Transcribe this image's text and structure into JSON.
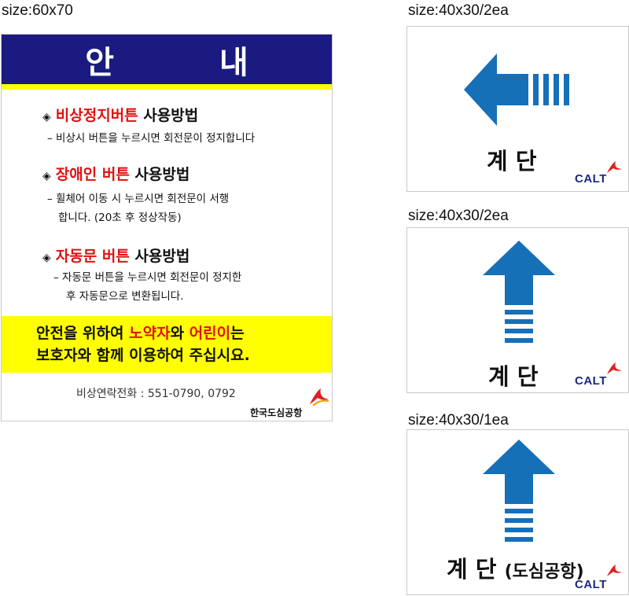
{
  "labels": {
    "main_size": "size:60x70",
    "sign1_size": "size:40x30/2ea",
    "sign2_size": "size:40x30/2ea",
    "sign3_size": "size:40x30/1ea"
  },
  "notice": {
    "title": "안  내",
    "sections": [
      {
        "marker": "◈",
        "title_red": "비상정지버튼",
        "title_rest": " 사용방법",
        "lines": [
          "– 비상시 버튼을 누르시면 회전문이 정지합니다"
        ]
      },
      {
        "marker": "◈",
        "title_red": "장애인 버튼",
        "title_rest": " 사용방법",
        "lines": [
          "– 휠체어 이동 시 누르시면 회전문이 서행",
          "합니다. (20초 후 정상작동)"
        ]
      },
      {
        "marker": "◈",
        "title_red": "자동문 버튼",
        "title_rest": " 사용방법",
        "lines": [
          "– 자동문 버튼을 누르시면 회전문이 정지한",
          "후 자동문으로 변환됩니다."
        ]
      }
    ],
    "warning": {
      "line1_a": "안전을 위하여 ",
      "line1_red1": "노약자",
      "line1_b": "와 ",
      "line1_red2": "어린이",
      "line1_c": "는",
      "line2": "보호자와 함께 이용하여 주십시요."
    },
    "emergency_contact": "비상연락전화 : 551-0790, 0792",
    "organization": "한국도심공항"
  },
  "stair_signs": [
    {
      "text": "계 단",
      "paren": "",
      "brand": "CALT",
      "direction": "left"
    },
    {
      "text": "계 단",
      "paren": "",
      "brand": "CALT",
      "direction": "up"
    },
    {
      "text": "계 단",
      "paren": "(도심공항)",
      "brand": "CALT",
      "direction": "up"
    }
  ],
  "colors": {
    "header_blue": "#1a1a80",
    "accent_yellow": "#ffff00",
    "accent_red": "#e01010",
    "arrow_blue": "#1670b8",
    "brand_navy": "#1a2a80",
    "logo_red": "#e02020"
  }
}
